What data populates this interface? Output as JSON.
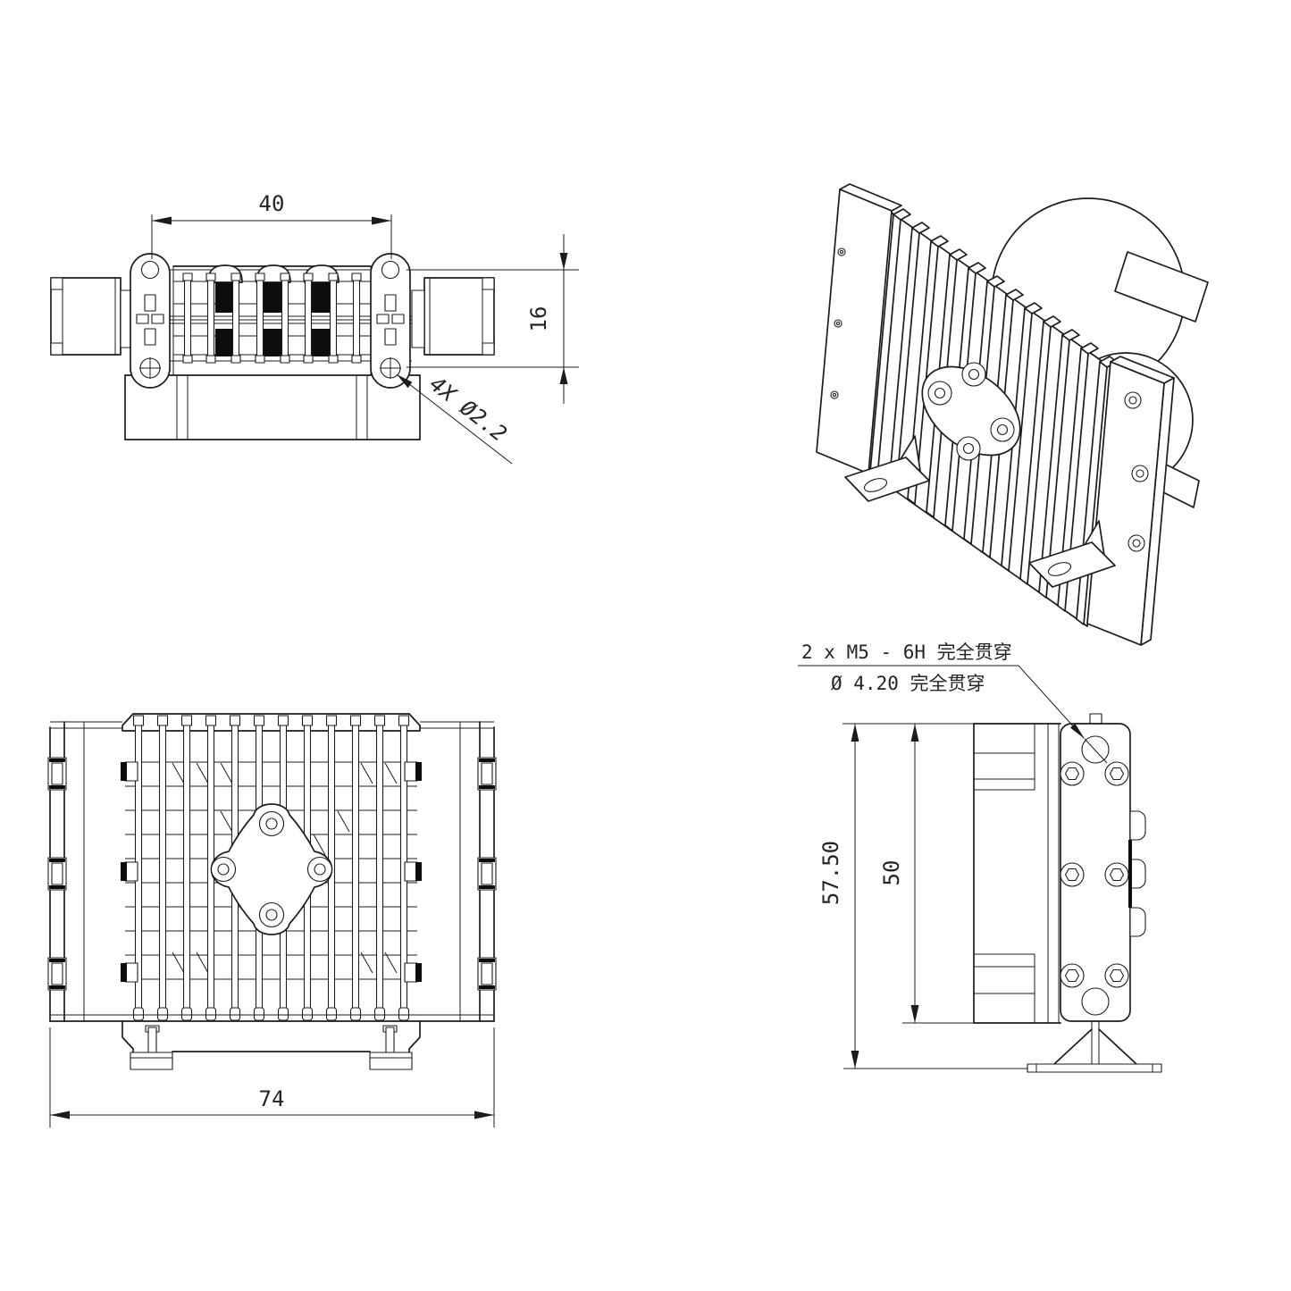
{
  "colors": {
    "background": "#ffffff",
    "line": "#1c1c1c",
    "text": "#242424"
  },
  "views": {
    "top_view": {
      "dim_hole_spacing": "40",
      "dim_hole_row_height": "16",
      "hole_callout": "4X Ø2.2"
    },
    "front_view": {
      "dim_overall_width": "74"
    },
    "side_view": {
      "dim_overall_height": "57.50",
      "dim_body_height": "50"
    },
    "thread_callout": {
      "line1": "2 x M5 - 6H 完全贯穿",
      "line2": "Ø 4.20 完全贯穿"
    }
  }
}
